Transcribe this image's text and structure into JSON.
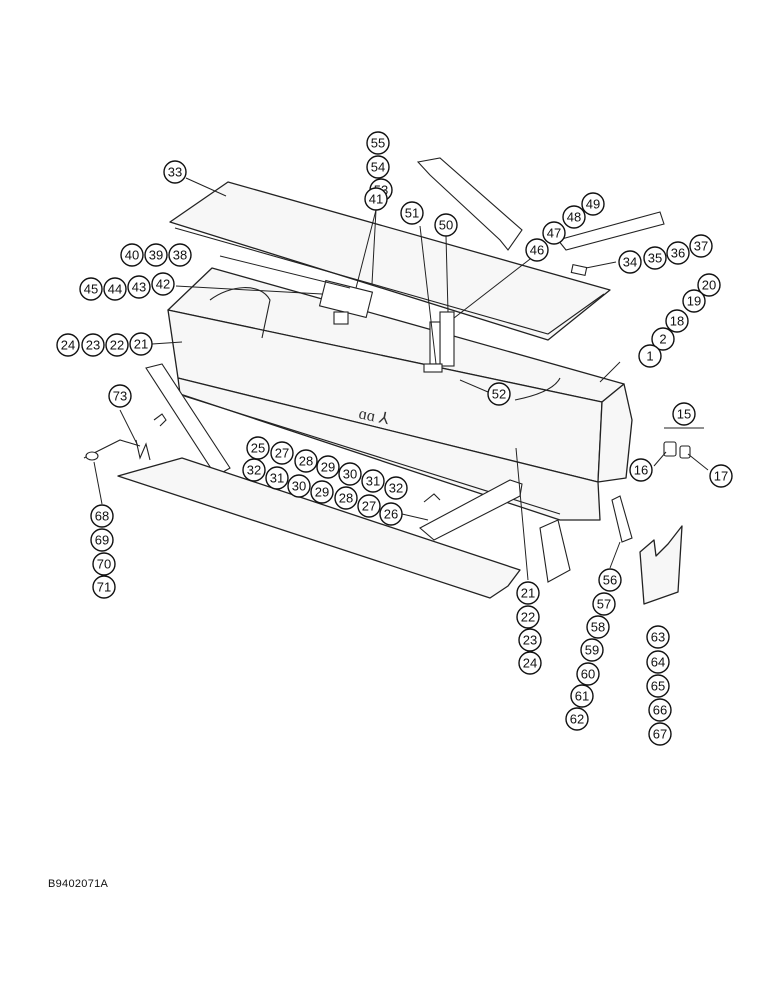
{
  "figure_id": "B9402071A",
  "callouts": [
    {
      "id": "c55",
      "label": "55"
    },
    {
      "id": "c54",
      "label": "54"
    },
    {
      "id": "c53",
      "label": "53"
    },
    {
      "id": "c51",
      "label": "51"
    },
    {
      "id": "c50",
      "label": "50"
    },
    {
      "id": "c47",
      "label": "47"
    },
    {
      "id": "c48",
      "label": "48"
    },
    {
      "id": "c49",
      "label": "49"
    },
    {
      "id": "c46",
      "label": "46"
    },
    {
      "id": "c33",
      "label": "33"
    },
    {
      "id": "c41",
      "label": "41"
    },
    {
      "id": "c40",
      "label": "40"
    },
    {
      "id": "c39",
      "label": "39"
    },
    {
      "id": "c38",
      "label": "38"
    },
    {
      "id": "c34",
      "label": "34"
    },
    {
      "id": "c35",
      "label": "35"
    },
    {
      "id": "c36",
      "label": "36"
    },
    {
      "id": "c37",
      "label": "37"
    },
    {
      "id": "c45",
      "label": "45"
    },
    {
      "id": "c44",
      "label": "44"
    },
    {
      "id": "c43",
      "label": "43"
    },
    {
      "id": "c42",
      "label": "42"
    },
    {
      "id": "c20",
      "label": "20"
    },
    {
      "id": "c19",
      "label": "19"
    },
    {
      "id": "c18",
      "label": "18"
    },
    {
      "id": "c2",
      "label": "2"
    },
    {
      "id": "c1",
      "label": "1"
    },
    {
      "id": "c24a",
      "label": "24"
    },
    {
      "id": "c23a",
      "label": "23"
    },
    {
      "id": "c22a",
      "label": "22"
    },
    {
      "id": "c21a",
      "label": "21"
    },
    {
      "id": "c52",
      "label": "52"
    },
    {
      "id": "c73",
      "label": "73"
    },
    {
      "id": "c15",
      "label": "15"
    },
    {
      "id": "c16",
      "label": "16"
    },
    {
      "id": "c17",
      "label": "17"
    },
    {
      "id": "c25",
      "label": "25"
    },
    {
      "id": "c27a",
      "label": "27"
    },
    {
      "id": "c28a",
      "label": "28"
    },
    {
      "id": "c29a",
      "label": "29"
    },
    {
      "id": "c30a",
      "label": "30"
    },
    {
      "id": "c31a",
      "label": "31"
    },
    {
      "id": "c32a",
      "label": "32"
    },
    {
      "id": "c32b",
      "label": "32"
    },
    {
      "id": "c31b",
      "label": "31"
    },
    {
      "id": "c30b",
      "label": "30"
    },
    {
      "id": "c29b",
      "label": "29"
    },
    {
      "id": "c28b",
      "label": "28"
    },
    {
      "id": "c27b",
      "label": "27"
    },
    {
      "id": "c26",
      "label": "26"
    },
    {
      "id": "c68",
      "label": "68"
    },
    {
      "id": "c69",
      "label": "69"
    },
    {
      "id": "c70",
      "label": "70"
    },
    {
      "id": "c71",
      "label": "71"
    },
    {
      "id": "c21b",
      "label": "21"
    },
    {
      "id": "c22b",
      "label": "22"
    },
    {
      "id": "c23b",
      "label": "23"
    },
    {
      "id": "c24b",
      "label": "24"
    },
    {
      "id": "c56",
      "label": "56"
    },
    {
      "id": "c57",
      "label": "57"
    },
    {
      "id": "c58",
      "label": "58"
    },
    {
      "id": "c59",
      "label": "59"
    },
    {
      "id": "c60",
      "label": "60"
    },
    {
      "id": "c61",
      "label": "61"
    },
    {
      "id": "c62",
      "label": "62"
    },
    {
      "id": "c63",
      "label": "63"
    },
    {
      "id": "c64",
      "label": "64"
    },
    {
      "id": "c65",
      "label": "65"
    },
    {
      "id": "c66",
      "label": "66"
    },
    {
      "id": "c67",
      "label": "67"
    }
  ]
}
